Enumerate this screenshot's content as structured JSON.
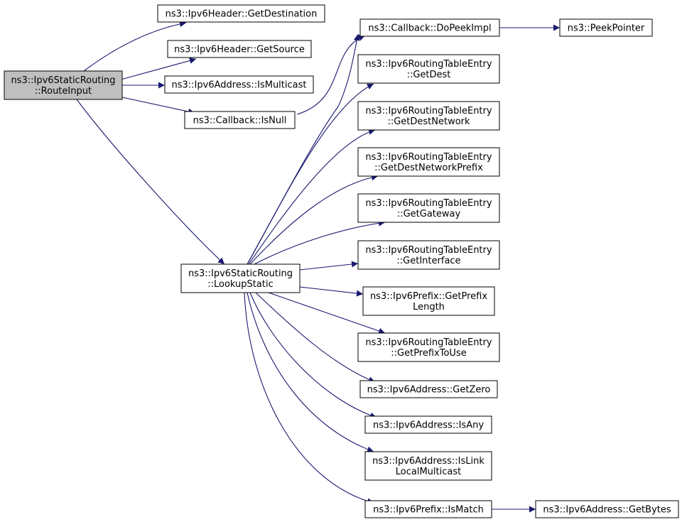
{
  "colors": {
    "edge": "#191970",
    "node_fill": "#ffffff",
    "root_fill": "#bfbfbf",
    "border": "#000000"
  },
  "nodes": {
    "route_input": {
      "lines": [
        "ns3::Ipv6StaticRouting",
        "::RouteInput"
      ],
      "root": true
    },
    "get_destination": {
      "lines": [
        "ns3::Ipv6Header::GetDestination"
      ]
    },
    "get_source": {
      "lines": [
        "ns3::Ipv6Header::GetSource"
      ]
    },
    "is_multicast": {
      "lines": [
        "ns3::Ipv6Address::IsMulticast"
      ]
    },
    "is_null": {
      "lines": [
        "ns3::Callback::IsNull"
      ]
    },
    "do_peek_impl": {
      "lines": [
        "ns3::Callback::DoPeekImpl"
      ]
    },
    "peek_pointer": {
      "lines": [
        "ns3::PeekPointer"
      ]
    },
    "lookup_static": {
      "lines": [
        "ns3::Ipv6StaticRouting",
        "::LookupStatic"
      ]
    },
    "get_dest": {
      "lines": [
        "ns3::Ipv6RoutingTableEntry",
        "::GetDest"
      ]
    },
    "get_dest_network": {
      "lines": [
        "ns3::Ipv6RoutingTableEntry",
        "::GetDestNetwork"
      ]
    },
    "get_dest_network_prefix": {
      "lines": [
        "ns3::Ipv6RoutingTableEntry",
        "::GetDestNetworkPrefix"
      ]
    },
    "get_gateway": {
      "lines": [
        "ns3::Ipv6RoutingTableEntry",
        "::GetGateway"
      ]
    },
    "get_interface": {
      "lines": [
        "ns3::Ipv6RoutingTableEntry",
        "::GetInterface"
      ]
    },
    "get_prefix_length": {
      "lines": [
        "ns3::Ipv6Prefix::GetPrefix",
        "Length"
      ]
    },
    "get_prefix_to_use": {
      "lines": [
        "ns3::Ipv6RoutingTableEntry",
        "::GetPrefixToUse"
      ]
    },
    "get_zero": {
      "lines": [
        "ns3::Ipv6Address::GetZero"
      ]
    },
    "is_any": {
      "lines": [
        "ns3::Ipv6Address::IsAny"
      ]
    },
    "is_link_local_multicast": {
      "lines": [
        "ns3::Ipv6Address::IsLink",
        "LocalMulticast"
      ]
    },
    "is_match": {
      "lines": [
        "ns3::Ipv6Prefix::IsMatch"
      ]
    },
    "get_bytes": {
      "lines": [
        "ns3::Ipv6Address::GetBytes"
      ]
    }
  },
  "edges": [
    [
      "route_input",
      "get_destination"
    ],
    [
      "route_input",
      "get_source"
    ],
    [
      "route_input",
      "is_multicast"
    ],
    [
      "route_input",
      "is_null"
    ],
    [
      "route_input",
      "lookup_static"
    ],
    [
      "is_null",
      "do_peek_impl"
    ],
    [
      "do_peek_impl",
      "peek_pointer"
    ],
    [
      "lookup_static",
      "do_peek_impl"
    ],
    [
      "lookup_static",
      "get_dest"
    ],
    [
      "lookup_static",
      "get_dest_network"
    ],
    [
      "lookup_static",
      "get_dest_network_prefix"
    ],
    [
      "lookup_static",
      "get_gateway"
    ],
    [
      "lookup_static",
      "get_interface"
    ],
    [
      "lookup_static",
      "get_prefix_length"
    ],
    [
      "lookup_static",
      "get_prefix_to_use"
    ],
    [
      "lookup_static",
      "get_zero"
    ],
    [
      "lookup_static",
      "is_any"
    ],
    [
      "lookup_static",
      "is_link_local_multicast"
    ],
    [
      "lookup_static",
      "is_match"
    ],
    [
      "is_match",
      "get_bytes"
    ]
  ]
}
